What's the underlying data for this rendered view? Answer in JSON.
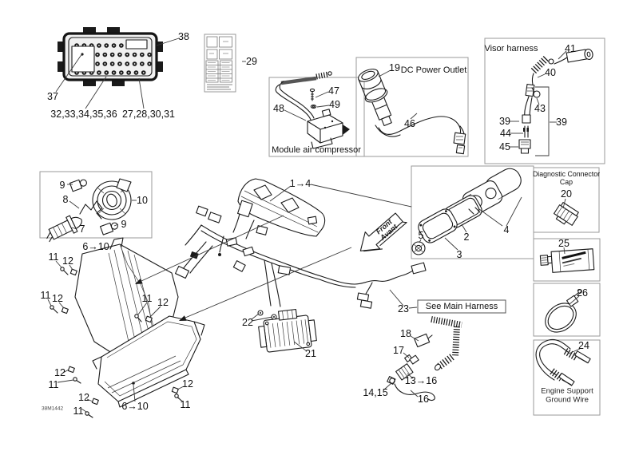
{
  "doc": {
    "code": "38M1442"
  },
  "colors": {
    "ink": "#1a1a1a",
    "box_border": "#9a9a9a",
    "leader": "#3a3a3a",
    "background": "#ffffff"
  },
  "labels": {
    "n1_4": "1→4",
    "n2": "2",
    "n3": "3",
    "n4": "4",
    "n5": "5",
    "n6_10": "6→10",
    "n7": "7",
    "n8": "8",
    "n9": "9",
    "n10": "10",
    "n11": "11",
    "n12": "12",
    "n13_16": "13→16",
    "n14_15": "14,15",
    "n16": "16",
    "n17": "17",
    "n18": "18",
    "n19": "19",
    "n20": "20",
    "n21": "21",
    "n22": "22",
    "n23": "23",
    "n24": "24",
    "n25": "25",
    "n26": "26",
    "n27_31": "27,28,30,31",
    "n29": "29",
    "n32_36": "32,33,34,35,36",
    "n37": "37",
    "n38": "38",
    "n39": "39",
    "n40": "40",
    "n41": "41",
    "n43": "43",
    "n44": "44",
    "n45": "45",
    "n46": "46",
    "n47": "47",
    "n48": "48",
    "n49": "49"
  },
  "titles": {
    "module_air_compressor": "Module air compressor",
    "dc_power_outlet": "DC Power Outlet",
    "visor_harness": "Visor harness",
    "diagnostic_connector_line1": "Diagnostic Connector",
    "diagnostic_connector_line2": "Cap",
    "see_main_harness": "See Main Harness",
    "engine_support_line1": "Engine Support",
    "engine_support_line2": "Ground Wire",
    "front_arrow_line1": "Front",
    "front_arrow_line2": "Avant"
  }
}
